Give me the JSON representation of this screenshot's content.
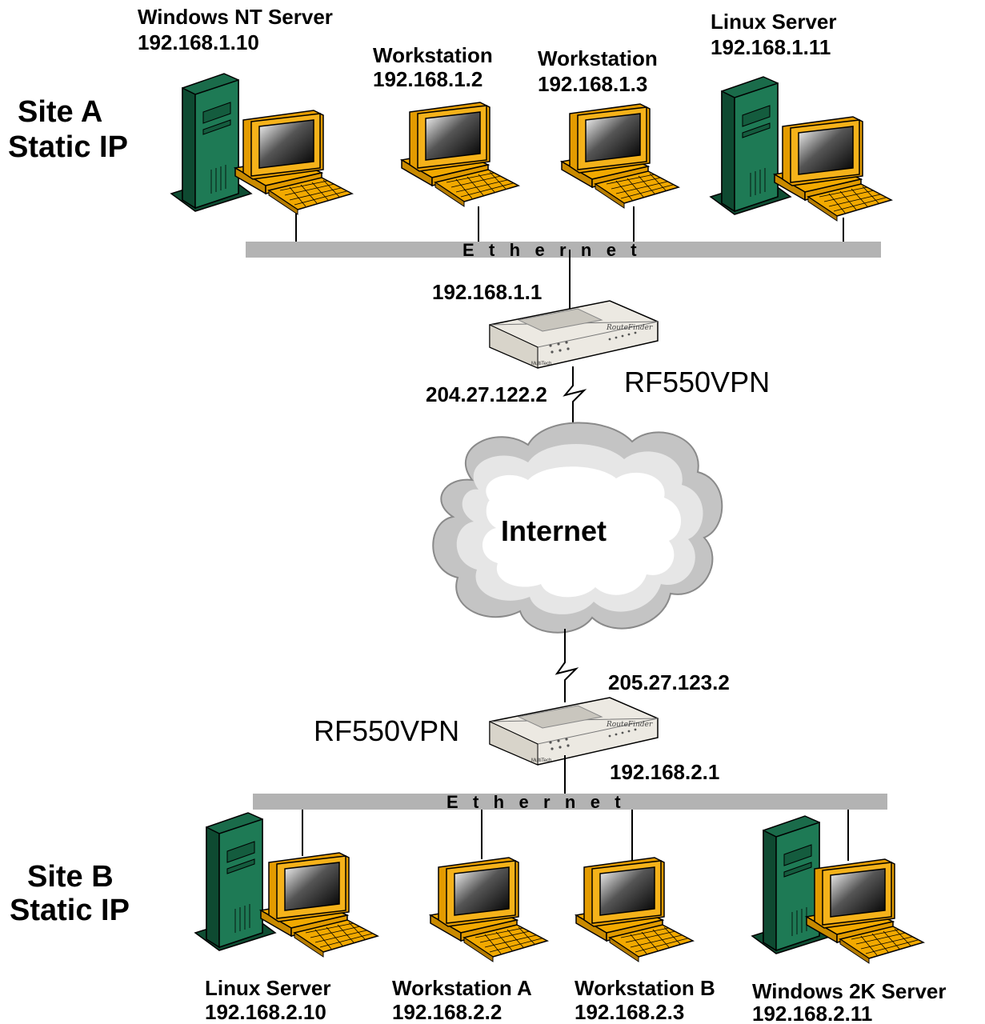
{
  "site_a": {
    "label_line1": "Site A",
    "label_line2": "Static IP",
    "ethernet_label": "E   t   h   e   r   n   e   t",
    "nodes": [
      {
        "name": "Windows NT Server",
        "ip": "192.168.1.10",
        "icon": "server-icon"
      },
      {
        "name": "Workstation",
        "ip": "192.168.1.2",
        "icon": "workstation-icon"
      },
      {
        "name": "Workstation",
        "ip": "192.168.1.3",
        "icon": "workstation-icon"
      },
      {
        "name": "Linux Server",
        "ip": "192.168.1.11",
        "icon": "server-icon"
      }
    ],
    "router": {
      "model": "RF550VPN",
      "lan_ip": "192.168.1.1",
      "wan_ip": "204.27.122.2"
    }
  },
  "internet": {
    "label": "Internet",
    "icon": "cloud-icon"
  },
  "site_b": {
    "label_line1": "Site B",
    "label_line2": "Static IP",
    "ethernet_label": "E   t   h   e   r   n   e   t",
    "nodes": [
      {
        "name": "Linux Server",
        "ip": "192.168.2.10",
        "icon": "server-icon"
      },
      {
        "name": "Workstation A",
        "ip": "192.168.2.2",
        "icon": "workstation-icon"
      },
      {
        "name": "Workstation B",
        "ip": "192.168.2.3",
        "icon": "workstation-icon"
      },
      {
        "name": "Windows 2K Server",
        "ip": "192.168.2.11",
        "icon": "server-icon"
      }
    ],
    "router": {
      "model": "RF550VPN",
      "lan_ip": "192.168.2.1",
      "wan_ip": "205.27.123.2"
    }
  },
  "colors": {
    "server": "#1a6b4a",
    "monitor": "#f2a900",
    "ethernet": "#b3b3b3",
    "cloud": "#d9d9d9",
    "router": "#ece9e2"
  }
}
